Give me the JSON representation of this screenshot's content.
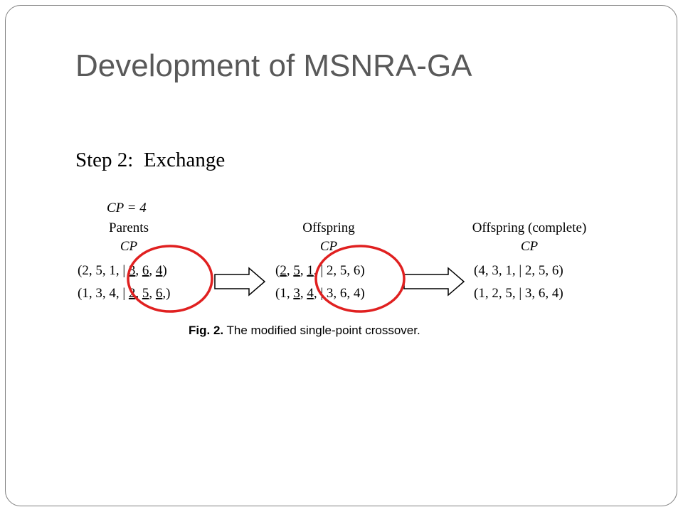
{
  "slide": {
    "title": "Development of MSNRA-GA",
    "step": "Step 2:  Exchange"
  },
  "figure": {
    "cp_formula": "CP = 4",
    "parents": {
      "header": "Parents",
      "cp_label": "CP",
      "rows": [
        [
          {
            "t": "(2, 5, 1, ",
            "u": false
          },
          {
            "t": "| ",
            "u": false
          },
          {
            "t": "3",
            "u": true
          },
          {
            "t": ", ",
            "u": false
          },
          {
            "t": "6",
            "u": true
          },
          {
            "t": ", ",
            "u": false
          },
          {
            "t": "4",
            "u": true
          },
          {
            "t": ")",
            "u": false
          }
        ],
        [
          {
            "t": "(1, 3, 4, ",
            "u": false
          },
          {
            "t": "| ",
            "u": false
          },
          {
            "t": "2",
            "u": true
          },
          {
            "t": ", ",
            "u": false
          },
          {
            "t": "5",
            "u": true
          },
          {
            "t": ", ",
            "u": false
          },
          {
            "t": "6",
            "u": true
          },
          {
            "t": ",)",
            "u": false
          }
        ]
      ]
    },
    "offspring": {
      "header": "Offspring",
      "cp_label": "CP",
      "rows": [
        [
          {
            "t": "(",
            "u": false
          },
          {
            "t": "2",
            "u": true
          },
          {
            "t": ", ",
            "u": false
          },
          {
            "t": "5",
            "u": true
          },
          {
            "t": ", ",
            "u": false
          },
          {
            "t": "1",
            "u": true
          },
          {
            "t": ", ",
            "u": false
          },
          {
            "t": "| 2, 5, 6)",
            "u": false
          }
        ],
        [
          {
            "t": "(1, ",
            "u": false
          },
          {
            "t": "3",
            "u": true
          },
          {
            "t": ", ",
            "u": false
          },
          {
            "t": "4",
            "u": true
          },
          {
            "t": ", ",
            "u": false
          },
          {
            "t": "| 3, 6, 4)",
            "u": false
          }
        ]
      ]
    },
    "complete": {
      "header": "Offspring (complete)",
      "cp_label": "CP",
      "rows": [
        [
          {
            "t": "(4, 3, 1, ",
            "u": false
          },
          {
            "t": "| 2, 5, 6)",
            "u": false
          }
        ],
        [
          {
            "t": "(1, 2, 5, ",
            "u": false
          },
          {
            "t": "| 3, 6, 4)",
            "u": false
          }
        ]
      ]
    },
    "caption_label": "Fig. 2.",
    "caption_text": " The modified single-point crossover.",
    "highlight_color": "#e02020"
  }
}
